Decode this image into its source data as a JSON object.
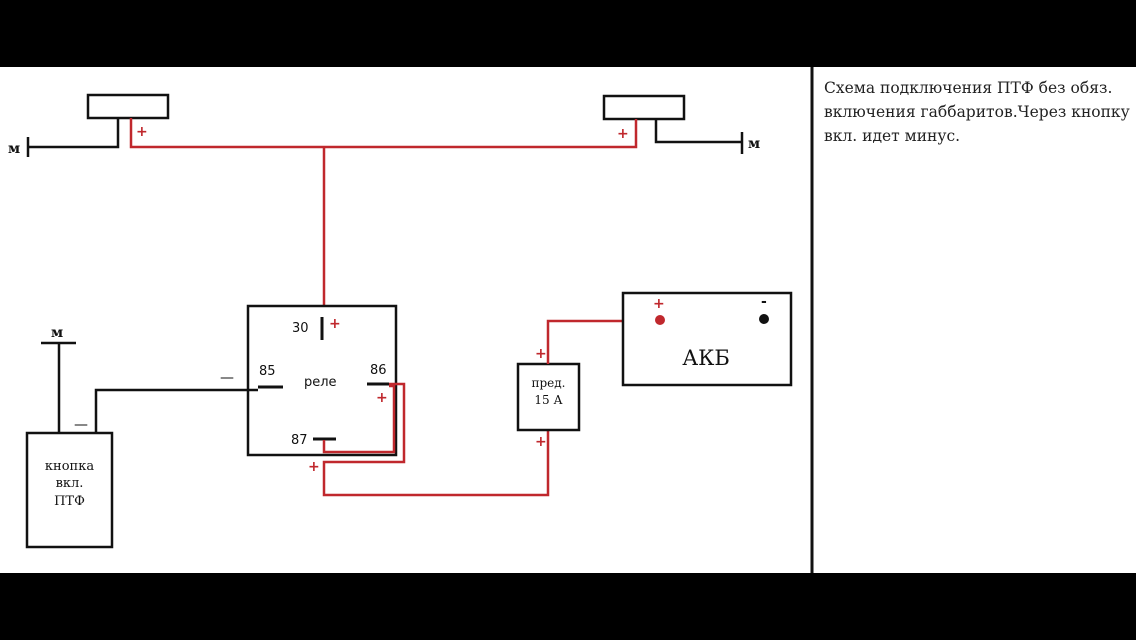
{
  "description": "Схема подключения ПТФ без обяз. включения габбаритов.Через кнопку вкл. идет минус.",
  "ground_left": "м",
  "ground_right": "м",
  "ground_button": "м",
  "relay": {
    "label": "реле",
    "pin30": "30",
    "pin85": "85",
    "pin86": "86",
    "pin87": "87"
  },
  "fuse": {
    "line1": "пред.",
    "line2": "15 А"
  },
  "battery": {
    "label": "АКБ",
    "plus": "+",
    "minus": "-"
  },
  "button": {
    "line1": "кнопка",
    "line2": "вкл.",
    "line3": "ПТФ"
  },
  "signs": {
    "plus": "+",
    "minus": "—"
  },
  "colors": {
    "positive_wire": "#c0282d",
    "negative_wire": "#111111",
    "background": "#ffffff",
    "letterbox": "#000000"
  }
}
